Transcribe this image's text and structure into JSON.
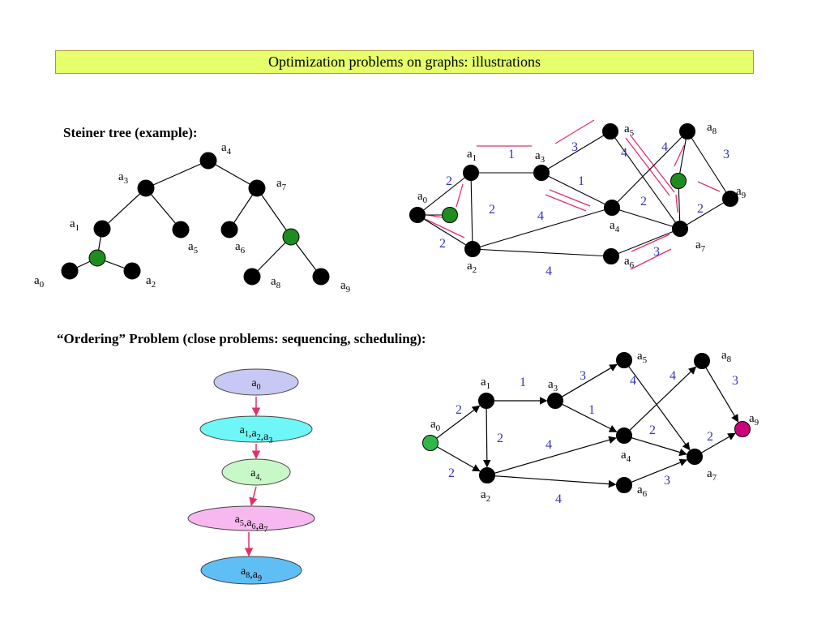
{
  "title": "Optimization problems on graphs: illustrations",
  "steiner_heading": "Steiner tree (example):",
  "ordering_heading": "“Ordering” Problem (close problems: sequencing, scheduling):",
  "colors": {
    "title_bg": "#e6ff6a",
    "node": "#000000",
    "terminal": "#1e8c1e",
    "start_node": "#2fb84a",
    "end_node": "#cc007a",
    "weight": "#3333bb",
    "highlight": "#e0306a",
    "stage_arrow": "#e0306a"
  },
  "tree": {
    "nodes": [
      {
        "id": "a4",
        "sub": "4",
        "color": "node"
      },
      {
        "id": "a3",
        "sub": "3",
        "color": "node"
      },
      {
        "id": "a7",
        "sub": "7",
        "color": "node"
      },
      {
        "id": "a1",
        "sub": "1",
        "color": "node"
      },
      {
        "id": "a5",
        "sub": "5",
        "color": "node"
      },
      {
        "id": "a6",
        "sub": "6",
        "color": "node"
      },
      {
        "id": "s1",
        "sub": "",
        "color": "terminal"
      },
      {
        "id": "s2",
        "sub": "",
        "color": "terminal"
      },
      {
        "id": "a0",
        "sub": "0",
        "color": "node"
      },
      {
        "id": "a2",
        "sub": "2",
        "color": "node"
      },
      {
        "id": "a8",
        "sub": "8",
        "color": "node"
      },
      {
        "id": "a9",
        "sub": "9",
        "color": "node"
      }
    ],
    "edges": [
      [
        "a4",
        "a3"
      ],
      [
        "a4",
        "a7"
      ],
      [
        "a3",
        "a1"
      ],
      [
        "a3",
        "a5"
      ],
      [
        "a7",
        "a6"
      ],
      [
        "a7",
        "s2"
      ],
      [
        "a1",
        "s1"
      ],
      [
        "s1",
        "a0"
      ],
      [
        "s1",
        "a2"
      ],
      [
        "s2",
        "a8"
      ],
      [
        "s2",
        "a9"
      ]
    ]
  },
  "weighted_graph": {
    "nodes": [
      {
        "id": "a0",
        "sub": "0",
        "color": "node"
      },
      {
        "id": "g1",
        "sub": "",
        "color": "terminal"
      },
      {
        "id": "a1",
        "sub": "1",
        "color": "node"
      },
      {
        "id": "a2",
        "sub": "2",
        "color": "node"
      },
      {
        "id": "a3",
        "sub": "3",
        "color": "node"
      },
      {
        "id": "a4",
        "sub": "4",
        "color": "node"
      },
      {
        "id": "a5",
        "sub": "5",
        "color": "node"
      },
      {
        "id": "a6",
        "sub": "6",
        "color": "node"
      },
      {
        "id": "a7",
        "sub": "7",
        "color": "node"
      },
      {
        "id": "a8",
        "sub": "8",
        "color": "node"
      },
      {
        "id": "a9",
        "sub": "9",
        "color": "node"
      },
      {
        "id": "g2",
        "sub": "",
        "color": "terminal"
      }
    ],
    "edges": [
      {
        "from": "a0",
        "to": "a1",
        "w": "2"
      },
      {
        "from": "a0",
        "to": "a2",
        "w": "2"
      },
      {
        "from": "a1",
        "to": "a2",
        "w": "2"
      },
      {
        "from": "a1",
        "to": "a3",
        "w": "1"
      },
      {
        "from": "a2",
        "to": "a4",
        "w": "4"
      },
      {
        "from": "a2",
        "to": "a6",
        "w": "4"
      },
      {
        "from": "a3",
        "to": "a5",
        "w": "3"
      },
      {
        "from": "a3",
        "to": "a4",
        "w": "1"
      },
      {
        "from": "a5",
        "to": "a7",
        "w": "4"
      },
      {
        "from": "a4",
        "to": "a8",
        "w": "4"
      },
      {
        "from": "a4",
        "to": "a7",
        "w": "2"
      },
      {
        "from": "a6",
        "to": "a7",
        "w": "3"
      },
      {
        "from": "a8",
        "to": "a9",
        "w": "3"
      },
      {
        "from": "a7",
        "to": "a9",
        "w": "2"
      }
    ]
  },
  "stages": [
    {
      "parts": [
        {
          "t": "a",
          "s": "0"
        }
      ],
      "fill": "#c8c8f5"
    },
    {
      "parts": [
        {
          "t": "a",
          "s": "1"
        },
        {
          "t": ",a",
          "s": "2"
        },
        {
          "t": ",a",
          "s": "3"
        }
      ],
      "fill": "#6ff7f7"
    },
    {
      "parts": [
        {
          "t": "a",
          "s": "4,"
        }
      ],
      "fill": "#c8f7c8"
    },
    {
      "parts": [
        {
          "t": "a",
          "s": "5"
        },
        {
          "t": ",a",
          "s": "6"
        },
        {
          "t": ",a",
          "s": "7"
        }
      ],
      "fill": "#f7b8f0"
    },
    {
      "parts": [
        {
          "t": "a",
          "s": "8"
        },
        {
          "t": ",a",
          "s": "9"
        }
      ],
      "fill": "#5fbff5"
    }
  ],
  "directed_graph": {
    "nodes": [
      {
        "id": "a0",
        "sub": "0",
        "color": "start_node"
      },
      {
        "id": "a1",
        "sub": "1",
        "color": "node"
      },
      {
        "id": "a2",
        "sub": "2",
        "color": "node"
      },
      {
        "id": "a3",
        "sub": "3",
        "color": "node"
      },
      {
        "id": "a4",
        "sub": "4",
        "color": "node"
      },
      {
        "id": "a5",
        "sub": "5",
        "color": "node"
      },
      {
        "id": "a6",
        "sub": "6",
        "color": "node"
      },
      {
        "id": "a7",
        "sub": "7",
        "color": "node"
      },
      {
        "id": "a8",
        "sub": "8",
        "color": "node"
      },
      {
        "id": "a9",
        "sub": "9",
        "color": "end_node"
      }
    ],
    "edges": [
      {
        "from": "a0",
        "to": "a1",
        "w": "2"
      },
      {
        "from": "a0",
        "to": "a2",
        "w": "2"
      },
      {
        "from": "a1",
        "to": "a2",
        "w": "2"
      },
      {
        "from": "a1",
        "to": "a3",
        "w": "1"
      },
      {
        "from": "a2",
        "to": "a4",
        "w": "4"
      },
      {
        "from": "a2",
        "to": "a6",
        "w": "4"
      },
      {
        "from": "a3",
        "to": "a5",
        "w": "3"
      },
      {
        "from": "a3",
        "to": "a4",
        "w": "1"
      },
      {
        "from": "a5",
        "to": "a7",
        "w": "4"
      },
      {
        "from": "a4",
        "to": "a8",
        "w": "4"
      },
      {
        "from": "a4",
        "to": "a7",
        "w": "2"
      },
      {
        "from": "a6",
        "to": "a7",
        "w": "3"
      },
      {
        "from": "a8",
        "to": "a9",
        "w": "3"
      },
      {
        "from": "a7",
        "to": "a9",
        "w": "2"
      }
    ]
  }
}
